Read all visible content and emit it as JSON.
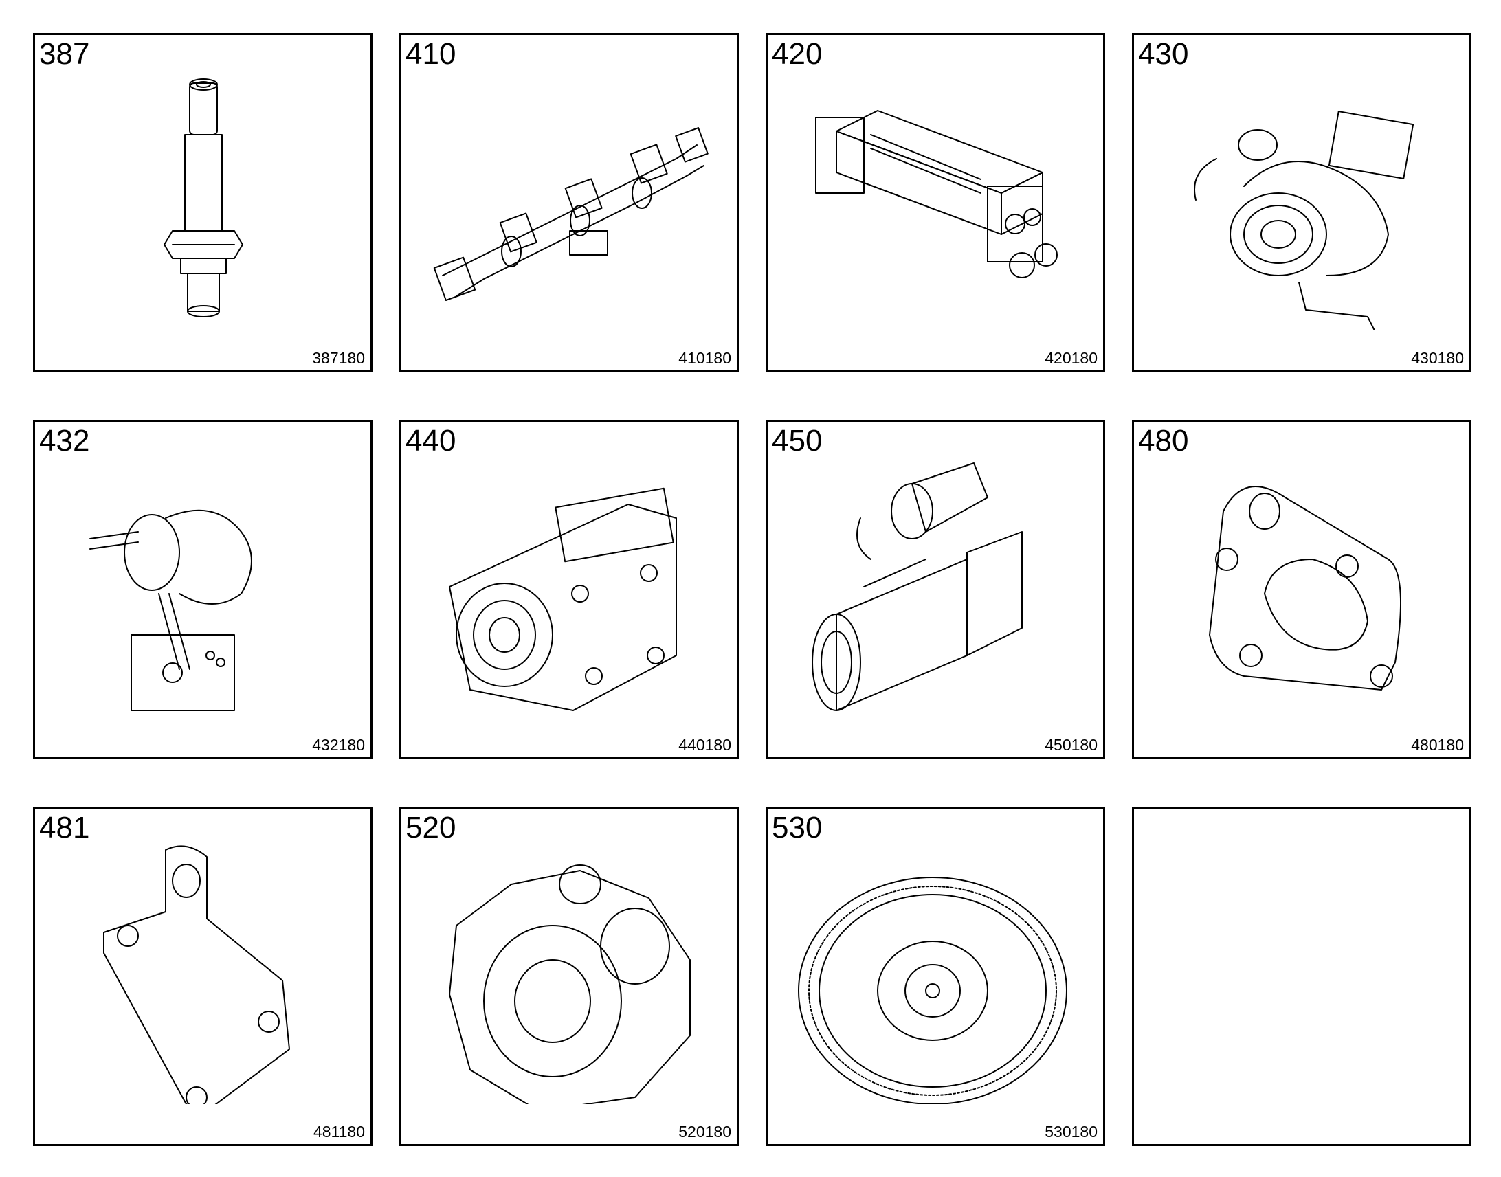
{
  "tiles": [
    {
      "group": "387",
      "ref": "387180",
      "icon": "injector-sleeve-icon"
    },
    {
      "group": "410",
      "ref": "410180",
      "icon": "exhaust-manifold-icon"
    },
    {
      "group": "420",
      "ref": "420180",
      "icon": "egr-cooler-icon"
    },
    {
      "group": "430",
      "ref": "430180",
      "icon": "turbocharger-icon"
    },
    {
      "group": "432",
      "ref": "432180",
      "icon": "egr-valve-icon"
    },
    {
      "group": "440",
      "ref": "440180",
      "icon": "front-cover-icon"
    },
    {
      "group": "450",
      "ref": "450180",
      "icon": "starter-motor-icon"
    },
    {
      "group": "480",
      "ref": "480180",
      "icon": "mounting-plate-icon"
    },
    {
      "group": "481",
      "ref": "481180",
      "icon": "lifting-bracket-icon"
    },
    {
      "group": "520",
      "ref": "520180",
      "icon": "flywheel-housing-icon"
    },
    {
      "group": "530",
      "ref": "530180",
      "icon": "flywheel-icon"
    },
    {
      "group": "",
      "ref": "",
      "icon": ""
    }
  ]
}
